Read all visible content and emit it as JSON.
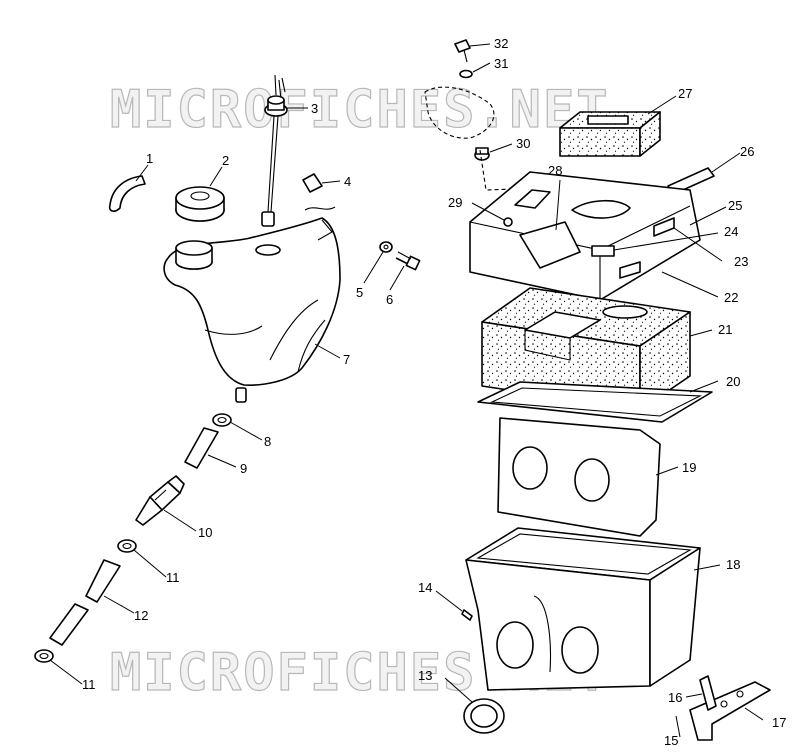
{
  "watermark": {
    "top_text": "MICROFICHES.NET",
    "bottom_text": "MICROFICHES.NET"
  },
  "callouts": [
    "1",
    "2",
    "3",
    "4",
    "5",
    "6",
    "7",
    "8",
    "9",
    "10",
    "11",
    "11",
    "12",
    "13",
    "14",
    "15",
    "16",
    "17",
    "18",
    "19",
    "20",
    "21",
    "22",
    "23",
    "24",
    "25",
    "26",
    "27",
    "28",
    "29",
    "30",
    "31",
    "32"
  ],
  "colors": {
    "line": "#000000",
    "background": "#ffffff",
    "watermark": "#b8b8b8"
  }
}
